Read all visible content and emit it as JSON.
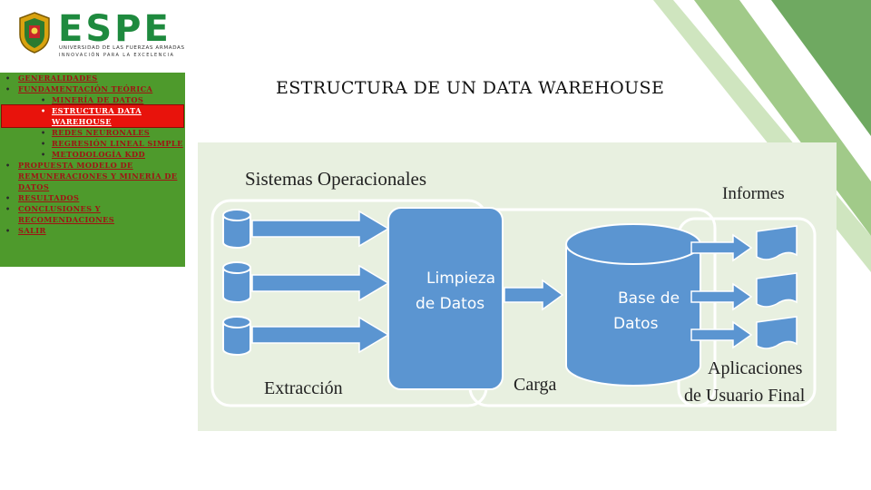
{
  "logo": {
    "word": "ESPE",
    "subtitle": "UNIVERSIDAD DE LAS FUERZAS ARMADAS",
    "tagline": "INNOVACIÓN PARA LA EXCELENCIA"
  },
  "nav": {
    "items": [
      {
        "label": "GENERALIDADES",
        "level": 1
      },
      {
        "label": "FUNDAMENTACIÓN TEÓRICA",
        "level": 1
      },
      {
        "label": "MINERÍA DE DATOS",
        "level": 2
      },
      {
        "label": "ESTRUCTURA DATA WAREHOUSE",
        "level": 2,
        "active": true
      },
      {
        "label": "REDES NEURONALES",
        "level": 2
      },
      {
        "label": "REGRESIÓN LINEAL SIMPLE",
        "level": 2
      },
      {
        "label": "METODOLOGÍA KDD",
        "level": 2
      },
      {
        "label": "PROPUESTA MODELO DE REMUNERACIONES Y MINERÍA DE DATOS",
        "level": 1
      },
      {
        "label": "RESULTADOS",
        "level": 1
      },
      {
        "label": "CONCLUSIONES Y RECOMENDACIONES",
        "level": 1
      },
      {
        "label": "SALIR",
        "level": 1
      }
    ]
  },
  "slide": {
    "title": "ESTRUCTURA DE UN DATA WAREHOUSE"
  },
  "diagram": {
    "sistemas": "Sistemas Operacionales",
    "informes": "Informes",
    "limpieza_1": "Limpieza",
    "limpieza_2": "de Datos",
    "base_1": "Base de",
    "base_2": "Datos",
    "extraccion": "Extracción",
    "carga": "Carga",
    "aplicaciones_1": "Aplicaciones",
    "aplicaciones_2": "de Usuario Final"
  },
  "colors": {
    "nav_bg": "#4e9a2c",
    "nav_active": "#e8130c",
    "nav_link": "#9e1414",
    "brand_green": "#1e8a3e",
    "shape_blue": "#5b95d1",
    "diagram_bg": "#e8f0e0"
  }
}
